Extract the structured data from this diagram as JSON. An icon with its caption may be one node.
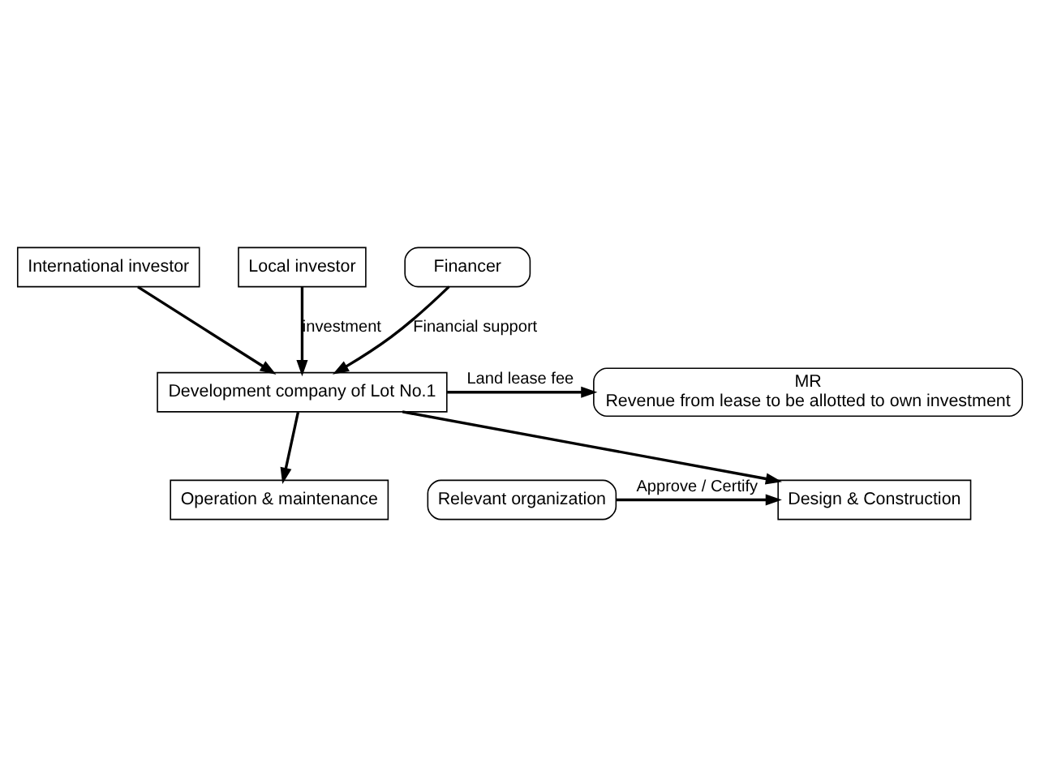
{
  "diagram": {
    "nodes": [
      {
        "text": [
          "International investor"
        ]
      },
      {
        "text": [
          "Local investor"
        ]
      },
      {
        "text": [
          "Financer"
        ]
      },
      {
        "text": [
          "Development company of Lot No.1"
        ]
      },
      {
        "text": [
          "MR",
          "Revenue from lease to be allotted to own investment"
        ]
      },
      {
        "text": [
          "Operation & maintenance"
        ]
      },
      {
        "text": [
          "Design & Construction"
        ]
      },
      {
        "text": [
          "Relevant organization"
        ]
      }
    ],
    "edges": [
      {
        "from": 0,
        "to": 3,
        "arrow": "to"
      },
      {
        "from": 1,
        "to": 3,
        "arrow": "to",
        "label": "investment"
      },
      {
        "from": 2,
        "to": 3,
        "arrow": "to",
        "label": "Financial support"
      },
      {
        "from": 3,
        "to": 4,
        "arrow": "to",
        "label": "Land lease fee"
      },
      {
        "from": 3,
        "to": 5,
        "arrow": "to"
      },
      {
        "from": 3,
        "to": 6,
        "arrow": "to"
      },
      {
        "from": 7,
        "to": 6,
        "arrow": "to",
        "label": "Approve / Certify"
      }
    ]
  }
}
